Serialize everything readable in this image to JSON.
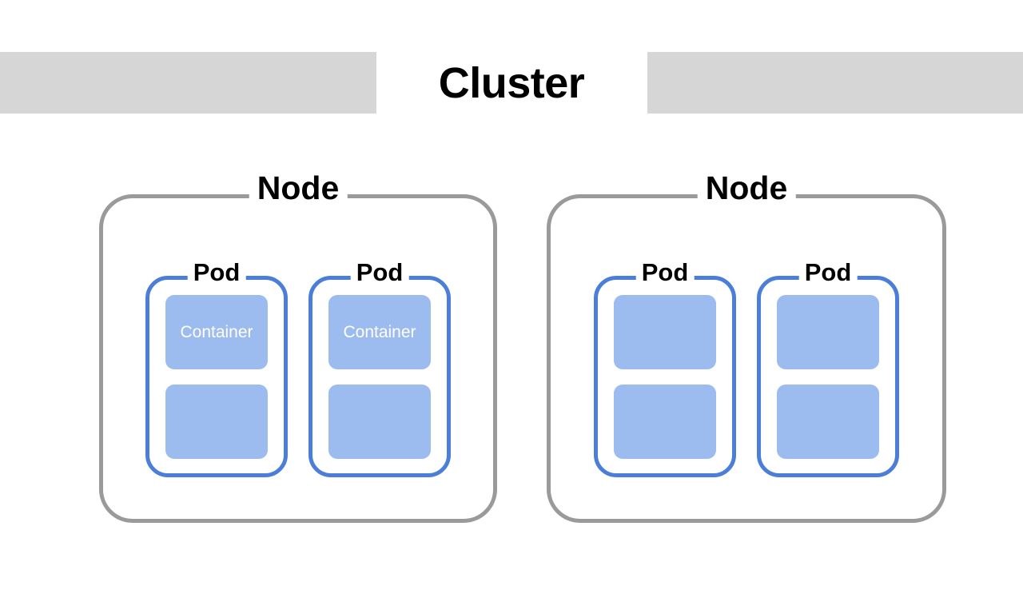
{
  "diagram": {
    "title": "Cluster",
    "colors": {
      "band": "#d6d6d6",
      "node_border": "#9a9a9a",
      "pod_border": "#4a7ed8",
      "container_fill": "#9cbcf0",
      "container_text": "#ffffff",
      "label_text": "#000000",
      "background": "#ffffff"
    },
    "nodes": [
      {
        "label": "Node",
        "pods": [
          {
            "label": "Pod",
            "containers": [
              {
                "label": "Container"
              },
              {
                "label": ""
              }
            ]
          },
          {
            "label": "Pod",
            "containers": [
              {
                "label": "Container"
              },
              {
                "label": ""
              }
            ]
          }
        ]
      },
      {
        "label": "Node",
        "pods": [
          {
            "label": "Pod",
            "containers": [
              {
                "label": ""
              },
              {
                "label": ""
              }
            ]
          },
          {
            "label": "Pod",
            "containers": [
              {
                "label": ""
              },
              {
                "label": ""
              }
            ]
          }
        ]
      }
    ]
  }
}
